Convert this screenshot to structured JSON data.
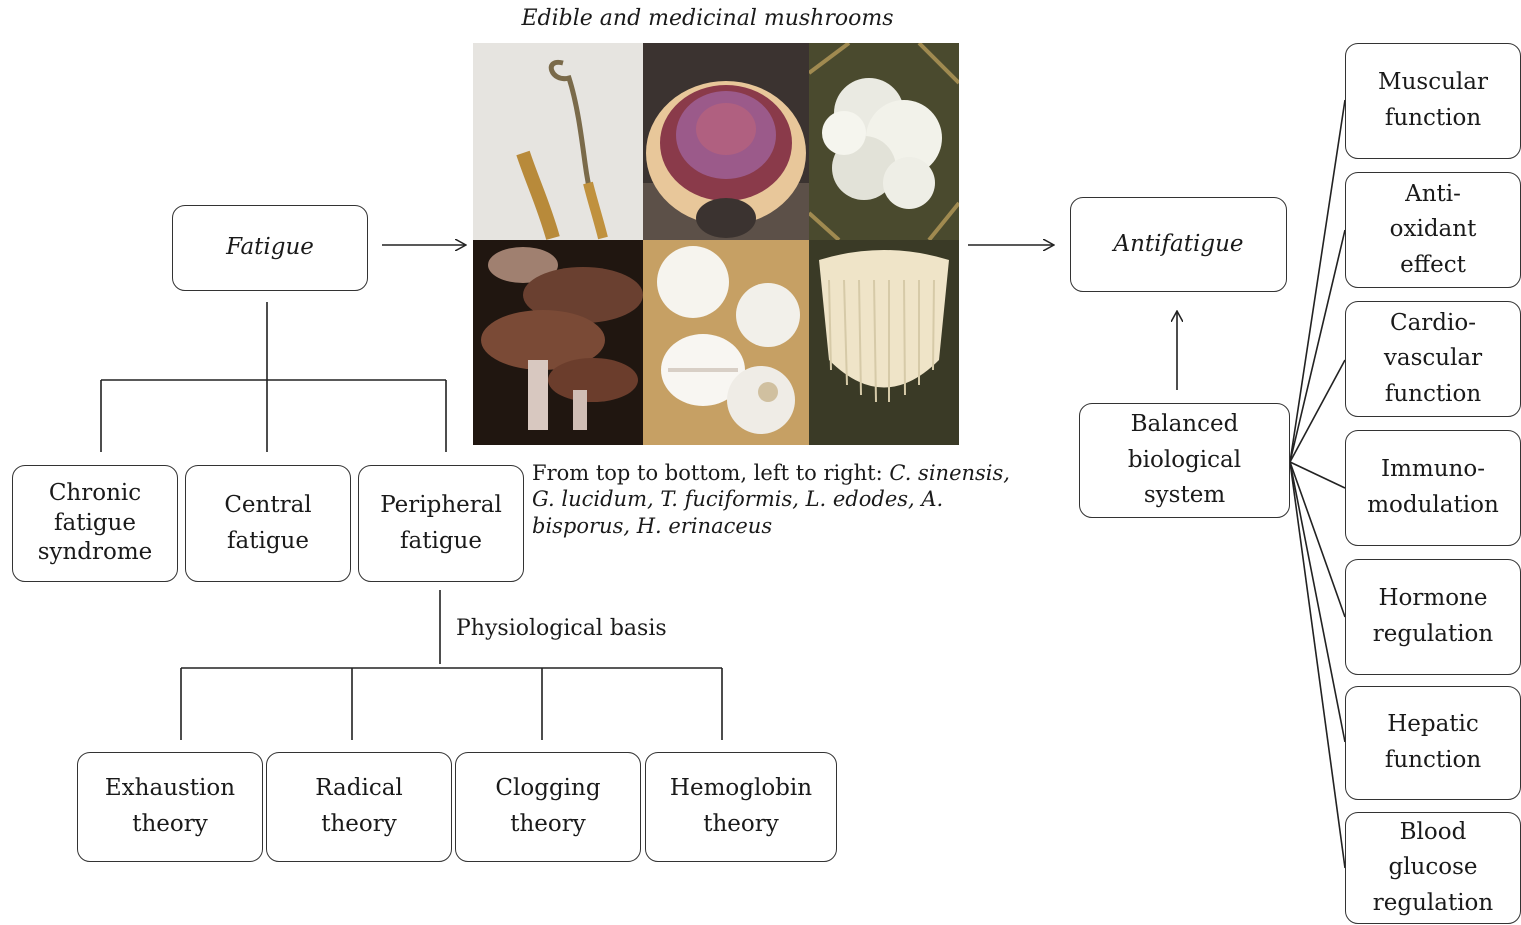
{
  "title": "Edible and medicinal mushrooms",
  "fatigue": "Fatigue",
  "antifatigue": "Antifatigue",
  "types": [
    "Chronic\nfatigue\nsyndrome",
    "Central\nfatigue",
    "Peripheral\nfatigue"
  ],
  "physiological_basis": "Physiological basis",
  "theories": [
    "Exhaustion\ntheory",
    "Radical\ntheory",
    "Clogging\ntheory",
    "Hemoglobin\ntheory"
  ],
  "balanced": "Balanced\nbiological\nsystem",
  "caption": {
    "prefix": "From top to bottom, left to right: ",
    "species": "C. sinensis, G. lucidum, T. fuciformis, L. edodes, A. bisporus, H. erinaceus"
  },
  "effects": [
    "Muscular\nfunction",
    "Anti-\noxidant\neffect",
    "Cardio-\nvascular\nfunction",
    "Immuno-\nmodulation",
    "Hormone\nregulation",
    "Hepatic\nfunction",
    "Blood\nglucose\nregulation"
  ],
  "mushroom_images": [
    "C. sinensis",
    "G. lucidum",
    "T. fuciformis",
    "L. edodes",
    "A. bisporus",
    "H. erinaceus"
  ]
}
